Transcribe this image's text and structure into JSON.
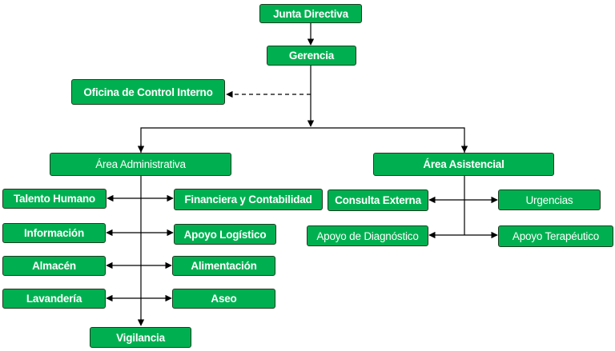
{
  "colors": {
    "box_fill": "#00b050",
    "box_border": "#1f3b1f",
    "line": "#000000",
    "text": "#ffffff"
  },
  "org": {
    "junta": "Junta Directiva",
    "gerencia": "Gerencia",
    "control": "Oficina de Control Interno",
    "admin": {
      "title": "Área Administrativa",
      "talento": "Talento Humano",
      "financiera": "Financiera y Contabilidad",
      "informacion": "Información",
      "logistico": "Apoyo Logístico",
      "almacen": "Almacén",
      "alimentacion": "Alimentación",
      "lavanderia": "Lavandería",
      "aseo": "Aseo",
      "vigilancia": "Vigilancia"
    },
    "asist": {
      "title": "Área Asistencial",
      "consulta": "Consulta Externa",
      "urgencias": "Urgencias",
      "diagnostico": "Apoyo de Diagnóstico",
      "terapeutico": "Apoyo Terapéutico"
    }
  }
}
